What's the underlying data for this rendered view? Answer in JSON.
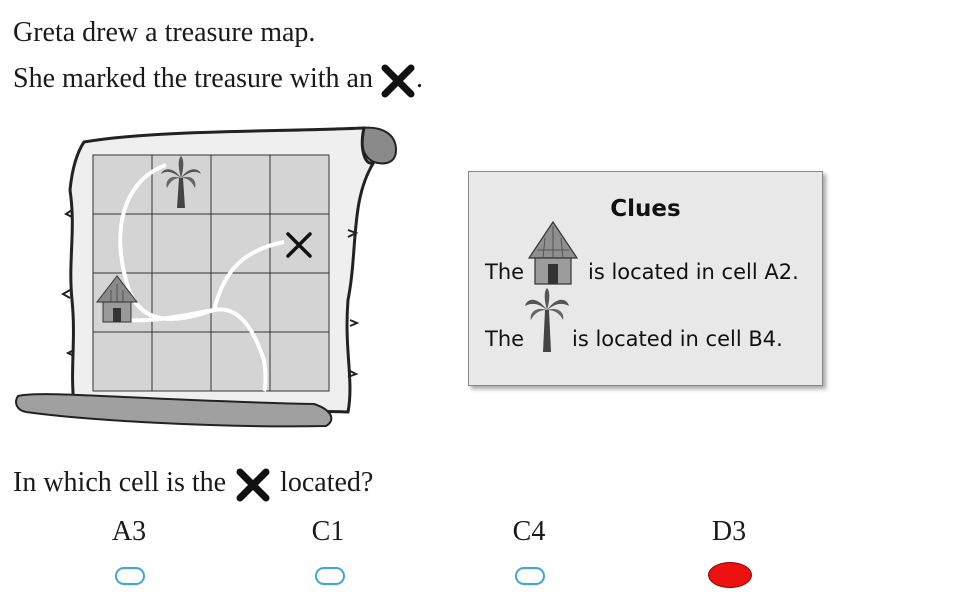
{
  "question": {
    "line1": "Greta drew a treasure map.",
    "line2_before": "She marked the treasure with an",
    "line2_after": ".",
    "prompt_before": "In which cell is the",
    "prompt_after": "located?"
  },
  "map": {
    "hut_cell": "A2",
    "tree_cell": "B4",
    "treasure_cell": "D3",
    "rows": 4,
    "columns": 4
  },
  "clues": {
    "title": "Clues",
    "clue1_before": "The",
    "clue1_after": "is located in cell A2.",
    "clue2_before": "The",
    "clue2_after": "is located in cell B4."
  },
  "options": [
    {
      "label": "A3",
      "selected": false
    },
    {
      "label": "C1",
      "selected": false
    },
    {
      "label": "C4",
      "selected": false
    },
    {
      "label": "D3",
      "selected": true
    }
  ],
  "icons": [
    "x-mark-icon",
    "hut-icon",
    "palm-tree-icon"
  ],
  "colors": {
    "selected_fill": "#ee1111",
    "radio_border": "#3aa6e0",
    "map_paper": "#efefef",
    "grid_cell": "#d4d4d4"
  }
}
